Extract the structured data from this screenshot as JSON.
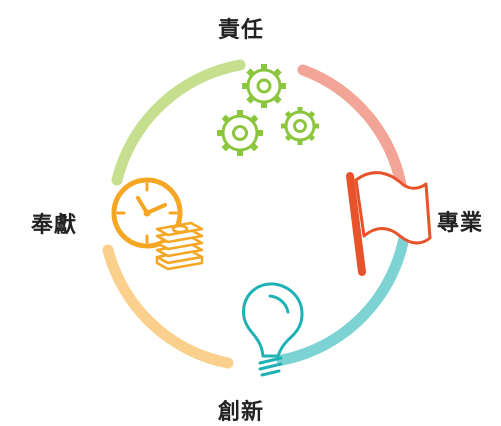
{
  "labels": {
    "top": "責任",
    "right": "專業",
    "bottom": "創新",
    "left": "奉獻"
  },
  "colors": {
    "green": "#8cc63f",
    "green_light": "#c5df8f",
    "red": "#e8532b",
    "salmon": "#f2a597",
    "teal": "#1eb2b5",
    "teal_light": "#7dd3d3",
    "orange": "#f5a623",
    "orange_light": "#fbd08c"
  },
  "icons": {
    "top": "gears-icon",
    "right": "flag-icon",
    "bottom": "lightbulb-icon",
    "left": "clock-money-icon"
  }
}
